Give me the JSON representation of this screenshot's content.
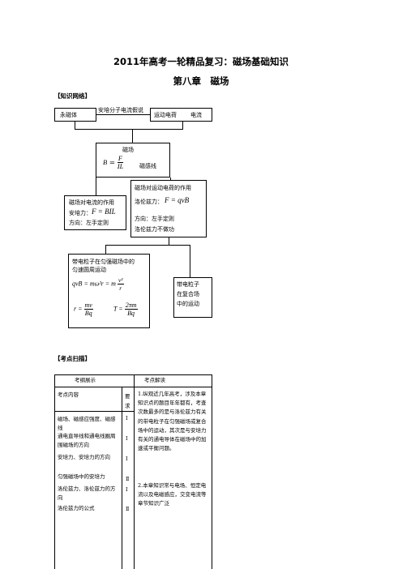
{
  "document": {
    "title": "2011年高考一轮精品复习：磁场基础知识",
    "chapter": "第八章　磁场",
    "section1": "【知识网络】",
    "section2": "【考点扫描】"
  },
  "network": {
    "top_left": "永磁体",
    "top_mid": "安培分子电流假说",
    "top_right_a": "运动电荷",
    "top_right_b": "电流",
    "field_label": "磁场",
    "field_formula_lhs": "B",
    "field_formula_num": "F",
    "field_formula_den": "IL",
    "field_line_label": "磁感线",
    "force_current_title": "磁场对电流的作用",
    "ampere_force_label": "安培力：",
    "ampere_force_formula": "F = BIL",
    "ampere_direction": "方向：左手定则",
    "lorentz_title": "磁场对运动电荷的作用",
    "lorentz_label": "洛伦兹力：",
    "lorentz_formula": "F = qvB",
    "lorentz_direction": "方向：左手定则",
    "lorentz_work": "洛伦兹力不做功",
    "circular_title_1": "带电粒子在匀强磁场中的",
    "circular_title_2": "匀速圆周运动",
    "circular_eq_lhs": "qvB = mω²r = m",
    "circular_eq_num": "v²",
    "circular_eq_den": "r",
    "radius_lhs": "r =",
    "radius_num": "mv",
    "radius_den": "Bq",
    "period_lhs": "T =",
    "period_num": "2πm",
    "period_den": "Bq",
    "composite_1": "带电粒子",
    "composite_2": "在复合场",
    "composite_3": "中的运动"
  },
  "scan_table": {
    "header_left": "考纲展示",
    "header_right": "考点解读",
    "col_content": "考点内容",
    "col_require": "要求",
    "rows": [
      {
        "content": "磁场、磁感应强度、磁感线",
        "level": "Ⅰ"
      },
      {
        "content": "通电直导线和通电线圈周围磁场的方向",
        "level": "Ⅰ"
      },
      {
        "content": "安培力、安培力的方向",
        "level": "Ⅰ"
      },
      {
        "content": "匀强磁场中的安培力",
        "level": "Ⅱ"
      },
      {
        "content": "洛伦兹力、洛伦兹力的方向",
        "level": "Ⅰ"
      },
      {
        "content": "洛伦兹力的公式",
        "level": "Ⅱ"
      }
    ],
    "reading_1": "1.纵观近几年高考，涉及本章知识点的题目年年都有，考查次数最多的是与洛伦兹力有关的带电粒子在匀强磁场或复合场中的运动，其次是与安培力有关的通电导体在磁场中的加速或平衡问题。",
    "reading_2": "2.本章知识常与电场、恒定电流以及电磁感应，交变电流等章节知识广泛"
  }
}
